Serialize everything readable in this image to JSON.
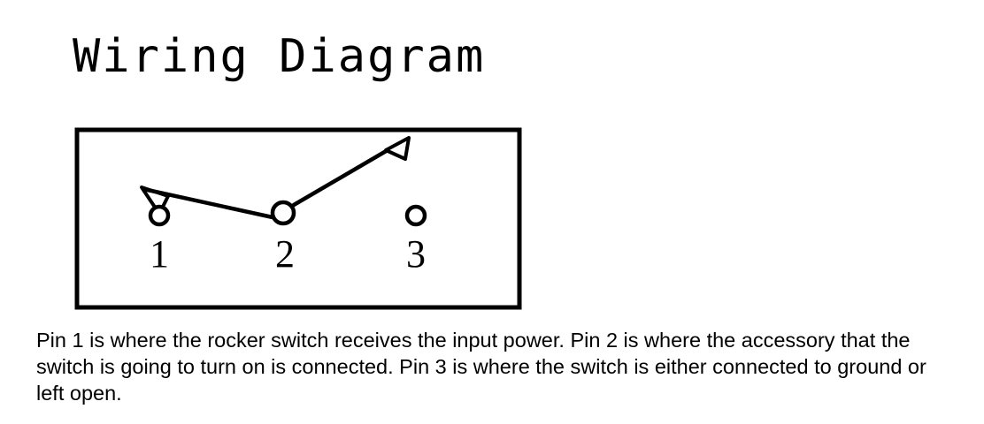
{
  "title": "Wiring Diagram",
  "pins": [
    {
      "label": "1"
    },
    {
      "label": "2"
    },
    {
      "label": "3"
    }
  ],
  "description": "Pin 1 is where the rocker switch receives the input power. Pin 2 is where the accessory that the switch is going to turn on is connected. Pin 3 is where the switch is either connected to ground or left open."
}
